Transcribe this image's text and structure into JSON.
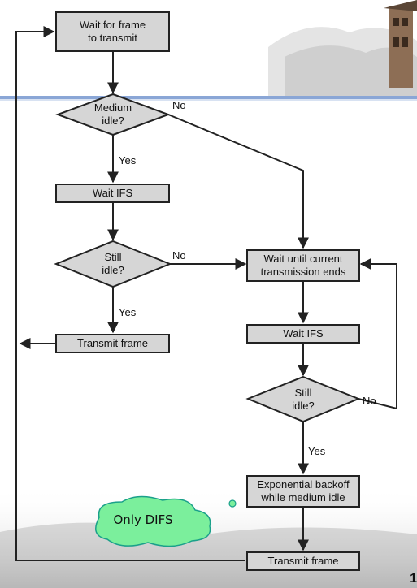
{
  "nodes": {
    "wait_frame": "Wait for frame\nto transmit",
    "medium_idle": "Medium\nidle?",
    "wait_ifs_1": "Wait IFS",
    "still_idle_1": "Still\nidle?",
    "transmit_frame_1": "Transmit frame",
    "wait_until_current": "Wait until current\ntransmission ends",
    "wait_ifs_2": "Wait IFS",
    "still_idle_2": "Still\nidle?",
    "exponential_backoff": "Exponential backoff\nwhile medium idle",
    "transmit_frame_2": "Transmit frame"
  },
  "edge_labels": {
    "medium_no": "No",
    "medium_yes": "Yes",
    "still1_no": "No",
    "still1_yes": "Yes",
    "still2_no": "No",
    "still2_yes": "Yes"
  },
  "annotation": "Only DIFS",
  "page_number": "1",
  "colors": {
    "box_fill": "#d6d6d6",
    "stroke": "#222222",
    "callout_fill": "#7bef9c",
    "header_band": "#8aa6d6"
  }
}
